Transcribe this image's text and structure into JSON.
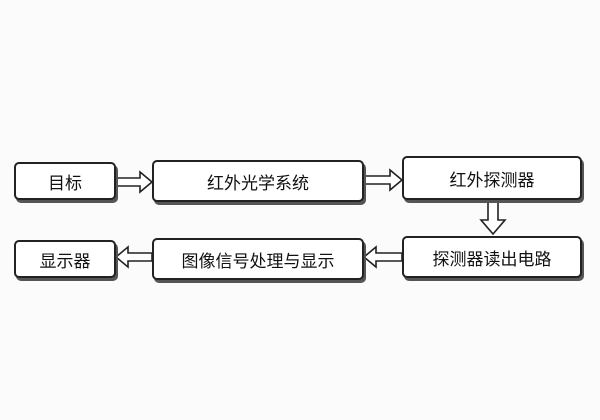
{
  "nodes": {
    "target": "目标",
    "ir_optics": "红外光学系统",
    "ir_detector": "红外探测器",
    "readout": "探测器读出电路",
    "image_processing": "图像信号处理与显示",
    "display": "显示器"
  },
  "colors": {
    "stroke": "#222222",
    "box_fill": "#ffffff",
    "shadow": "#555555",
    "background": "#fbfbfb"
  },
  "arrow_style": "hollow-block"
}
